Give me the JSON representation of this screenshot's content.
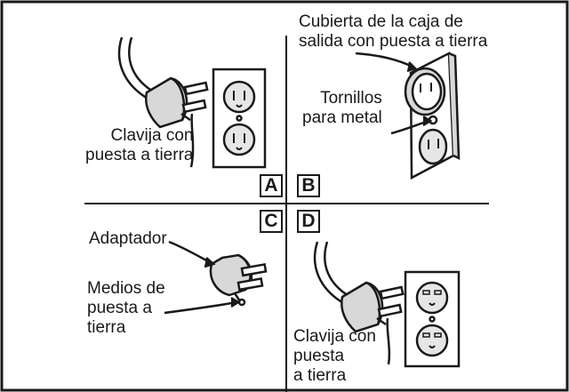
{
  "panels": {
    "a": {
      "letter": "A",
      "label": "Clavija con\npuesta a tierra"
    },
    "b": {
      "letter": "B",
      "cover_label": "Cubierta de la caja de\nsalida con puesta a tierra",
      "screws_label": "Tornillos\npara metal"
    },
    "c": {
      "letter": "C",
      "adapter_label": "Adaptador",
      "ground_label": "Medios de\npuesta a\ntierra"
    },
    "d": {
      "letter": "D",
      "label": "Clavija con\npuesta\na tierra"
    }
  },
  "colors": {
    "ink": "#1a1a1a",
    "plate": "#ffffff",
    "plug_fill": "#d8d8d8",
    "outlet_fill": "#e6e6e6"
  }
}
